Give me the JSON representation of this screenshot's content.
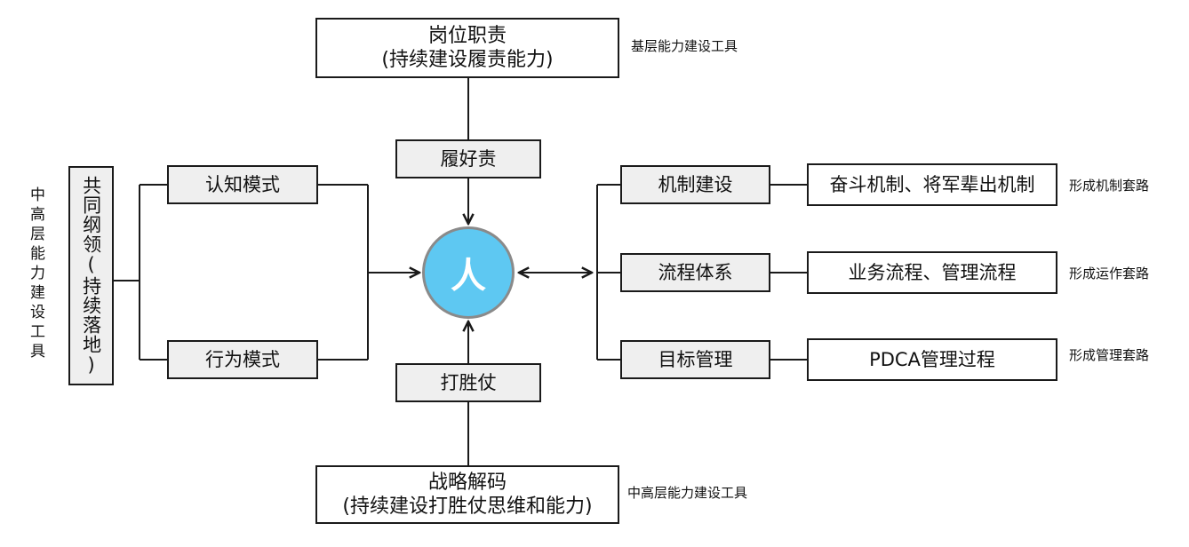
{
  "top": {
    "box_line1": "岗位职责",
    "box_line2": "(持续建设履责能力)",
    "note": "基层能力建设工具",
    "connector_label": "履好责"
  },
  "bottom": {
    "box_line1": "战略解码",
    "box_line2": "(持续建设打胜仗思维和能力)",
    "note": "中高层能力建设工具",
    "connector_label": "打胜仗"
  },
  "center": {
    "label": "人"
  },
  "left": {
    "outer_note": "中高层能力建设工具",
    "vertical_box": "共同纲领(持续落地)",
    "items": [
      "认知模式",
      "行为模式"
    ]
  },
  "right": {
    "rows": [
      {
        "label": "机制建设",
        "detail": "奋斗机制、将军辈出机制",
        "note": "形成机制套路"
      },
      {
        "label": "流程体系",
        "detail": "业务流程、管理流程",
        "note": "形成运作套路"
      },
      {
        "label": "目标管理",
        "detail": "PDCA管理过程",
        "note": "形成管理套路"
      }
    ]
  }
}
